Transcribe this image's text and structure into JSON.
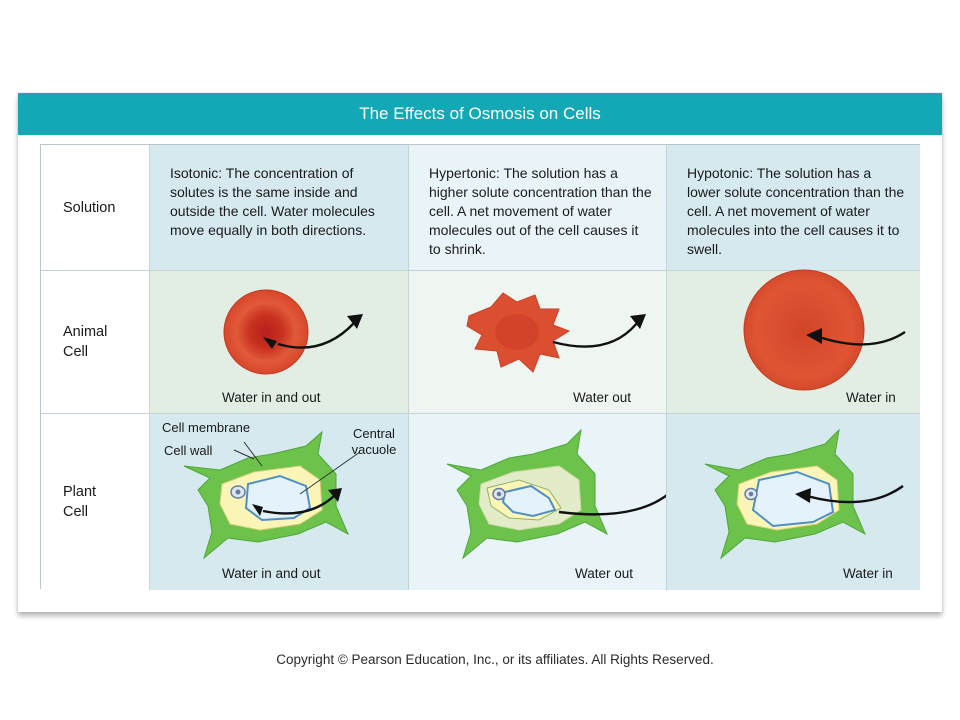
{
  "title": "The Effects of Osmosis on Cells",
  "rows": {
    "solution": "Solution",
    "animal": "Animal Cell",
    "plant": "Plant Cell"
  },
  "columns": [
    {
      "description": "Isotonic: The concentration of solutes is the same inside and outside the cell. Water molecules move equally in both directions.",
      "animal_caption": "Water in and out",
      "plant_caption": "Water in and out"
    },
    {
      "description": "Hypertonic: The solution has a higher solute concentration than the cell. A net movement of water molecules out of the cell causes it to shrink.",
      "animal_caption": "Water out",
      "plant_caption": "Water out"
    },
    {
      "description": "Hypotonic: The solution has a lower solute concentration than the cell. A net movement of water molecules into the cell causes it to swell.",
      "animal_caption": "Water in",
      "plant_caption": "Water in"
    }
  ],
  "plant_labels": {
    "membrane": "Cell membrane",
    "wall": "Cell wall",
    "vacuole": "Central vacuole"
  },
  "copyright": "Copyright © Pearson Education, Inc., or its affiliates. All Rights Reserved.",
  "colors": {
    "header": "#14a8b7",
    "blood_cell": "#d94a2f",
    "cell_wall": "#66c04a",
    "cytoplasm": "#fbf6b8",
    "vacuole": "#dff1fb"
  }
}
